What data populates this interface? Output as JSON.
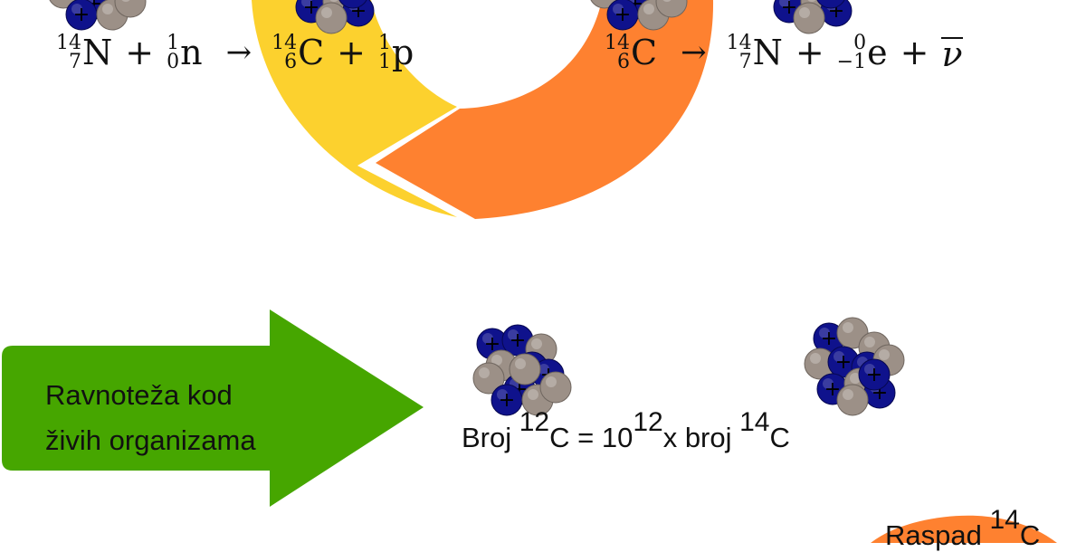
{
  "reaction_formation": {
    "reactant1": {
      "mass": "14",
      "atomic": "7",
      "symbol": "N"
    },
    "plus1": "+",
    "reactant2": {
      "mass": "1",
      "atomic": "0",
      "symbol": "n"
    },
    "arrow": "→",
    "product1": {
      "mass": "14",
      "atomic": "6",
      "symbol": "C"
    },
    "plus2": "+",
    "product2": {
      "mass": "1",
      "atomic": "1",
      "symbol": "p"
    }
  },
  "reaction_decay": {
    "reactant": {
      "mass": "14",
      "atomic": "6",
      "symbol": "C"
    },
    "arrow": "→",
    "product1": {
      "mass": "14",
      "atomic": "7",
      "symbol": "N"
    },
    "plus1": "+",
    "product2": {
      "mass": "0",
      "atomic": "−1",
      "symbol": "e"
    },
    "plus2": "+",
    "product3": {
      "symbol": "ν"
    }
  },
  "equilibrium_arrow": {
    "line1": "Ravnoteža kod",
    "line2": "živih organizama"
  },
  "balance_text": {
    "prefix": "Broj ",
    "sup1": "12",
    "mid1": "C = 10",
    "sup2": "12",
    "mid2": "x broj ",
    "sup3": "14",
    "end": "C"
  },
  "bottom_label": {
    "prefix": "Raspad ",
    "sup": "14",
    "end": "C"
  },
  "colors": {
    "yellow_arc": "#FCD12E",
    "orange_arc": "#FE8130",
    "green_arrow": "#46A600",
    "proton": "#0F128C",
    "neutron": "#9C9087"
  }
}
